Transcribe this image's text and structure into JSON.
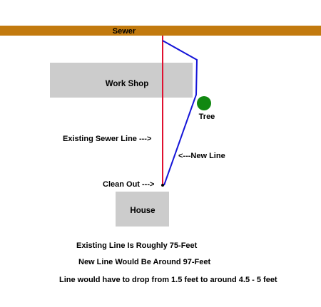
{
  "labels": {
    "sewer": "Sewer",
    "workshop": "Work Shop",
    "tree": "Tree",
    "existing_line": "Existing Sewer Line --->",
    "new_line": "<---New Line",
    "clean_out": "Clean Out --->",
    "house": "House"
  },
  "notes": {
    "existing_length": "Existing Line Is Roughly 75-Feet",
    "new_length": "New Line Would Be Around 97-Feet",
    "drop": "Line would have to drop from 1.5 feet to around 4.5 - 5 feet"
  },
  "colors": {
    "sewer_main": "#c27a0e",
    "building_fill": "#cccccc",
    "tree": "#118811",
    "existing_line": "#e01030",
    "new_line": "#1414d8",
    "text": "#000000"
  }
}
